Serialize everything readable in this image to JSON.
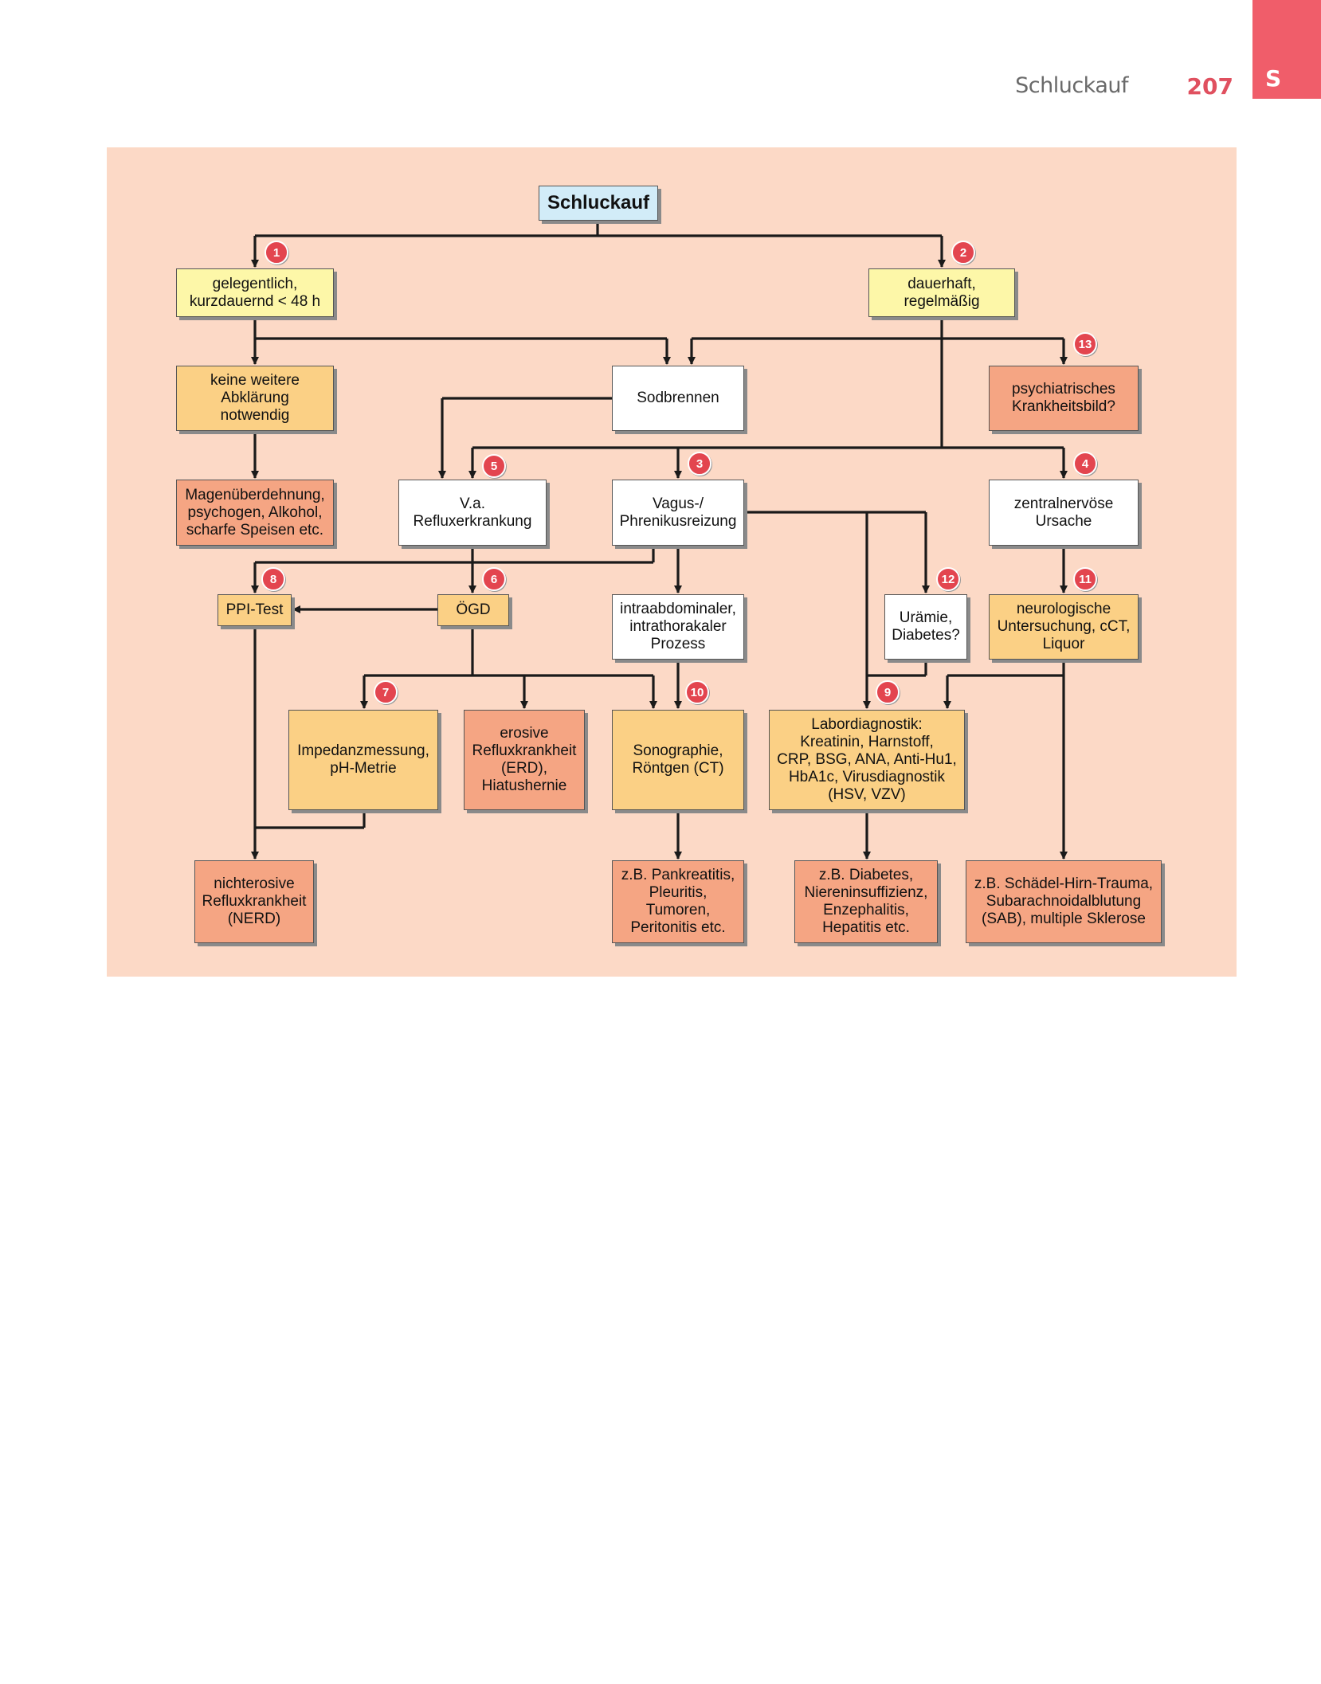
{
  "header": {
    "running_title": "Schluckauf",
    "page_number": "207",
    "section_letter": "S"
  },
  "colors": {
    "panel": "#fcd9c6",
    "title_box": "#d2ecf8",
    "yellow_box": "#fdf7a8",
    "orange_box": "#fbd085",
    "salmon_box": "#f5a583",
    "white_box": "#ffffff",
    "badge": "#e3454f",
    "tab": "#f05d6a"
  },
  "nodes": {
    "schluckauf": "Schluckauf",
    "gelegentlich": "gelegentlich,\nkurzdauernd < 48 h",
    "dauerhaft": "dauerhaft,\nregelmäßig",
    "keine_weitere": "keine weitere\nAbklärung\nnotwendig",
    "sodbrennen": "Sodbrennen",
    "psychiatrisch": "psychiatrisches\nKrankheitsbild?",
    "magen": "Magenüberdehnung,\npsychogen, Alkohol,\nscharfe Speisen etc.",
    "reflux_va": "V.a.\nRefluxerkrankung",
    "vagus": "Vagus-/\nPhrenikusreizung",
    "zentral": "zentralnervöse\nUrsache",
    "ppi": "PPI-Test",
    "oegd": "ÖGD",
    "intraabdominal": "intraabdominaler,\nintrathorakaler\nProzess",
    "uraemie": "Urämie,\nDiabetes?",
    "neuro": "neurologische\nUntersuchung, cCT,\nLiquor",
    "impedanz": "Impedanzmessung,\npH-Metrie",
    "erd": "erosive\nRefluxkrankheit\n(ERD),\nHiatushernie",
    "sono": "Sonographie,\nRöntgen (CT)",
    "labor": "Labordiagnostik:\nKreatinin, Harnstoff,\nCRP, BSG, ANA, Anti-Hu1,\nHbA1c, Virusdiagnostik\n(HSV, VZV)",
    "nerd": "nichterosive\nRefluxkrankheit\n(NERD)",
    "pankreatitis": "z.B. Pankreatitis,\nPleuritis,\nTumoren,\nPeritonitis etc.",
    "diabetes": "z.B. Diabetes,\nNiereninsuffizienz,\nEnzephalitis,\nHepatitis etc.",
    "shtrauma": "z.B. Schädel-Hirn-Trauma,\nSubarachnoidalblutung\n(SAB), multiple Sklerose"
  },
  "badges": {
    "b1": "1",
    "b2": "2",
    "b3": "3",
    "b4": "4",
    "b5": "5",
    "b6": "6",
    "b7": "7",
    "b8": "8",
    "b9": "9",
    "b10": "10",
    "b11": "11",
    "b12": "12",
    "b13": "13"
  }
}
